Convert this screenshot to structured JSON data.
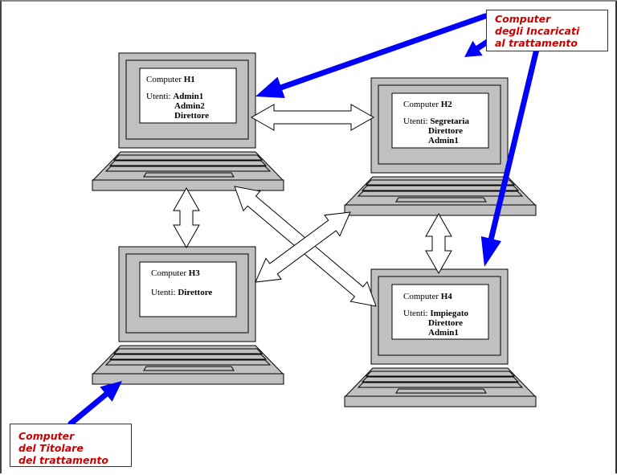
{
  "diagram": {
    "type": "network-diagram",
    "computers": [
      {
        "id": "H1",
        "title_prefix": "Computer ",
        "title_id": "H1",
        "users_label": "Utenti: ",
        "users": [
          "Admin1",
          "Admin2",
          "Direttore"
        ]
      },
      {
        "id": "H2",
        "title_prefix": "Computer ",
        "title_id": "H2",
        "users_label": "Utenti: ",
        "users": [
          "Segretaria",
          "Direttore",
          "Admin1"
        ]
      },
      {
        "id": "H3",
        "title_prefix": "Computer ",
        "title_id": "H3",
        "users_label": "Utenti: ",
        "users": [
          "Direttore"
        ]
      },
      {
        "id": "H4",
        "title_prefix": "Computer ",
        "title_id": "H4",
        "users_label": "Utenti: ",
        "users": [
          "Impiegato",
          "Direttore",
          "Admin1"
        ]
      }
    ],
    "connections": [
      {
        "from": "H1",
        "to": "H2",
        "style": "double-arrow-outline"
      },
      {
        "from": "H1",
        "to": "H3",
        "style": "double-arrow-outline"
      },
      {
        "from": "H2",
        "to": "H4",
        "style": "double-arrow-outline"
      },
      {
        "from": "H1",
        "to": "H4",
        "style": "double-arrow-outline"
      },
      {
        "from": "H2",
        "to": "H3",
        "style": "double-arrow-outline"
      }
    ],
    "callouts": {
      "incaricati": {
        "lines": [
          "Computer",
          "degli Incaricati",
          "al trattamento"
        ],
        "points_to": [
          "H1",
          "H2",
          "H4"
        ]
      },
      "titolare": {
        "lines": [
          "Computer",
          "del Titolare",
          "del trattamento"
        ],
        "points_to": [
          "H3"
        ]
      }
    },
    "colors": {
      "laptop_fill": "#c0c0c0",
      "outline": "#000000",
      "screen": "#ffffff",
      "pointer_arrow": "#0000ff",
      "callout_text": "#cc0000"
    }
  }
}
